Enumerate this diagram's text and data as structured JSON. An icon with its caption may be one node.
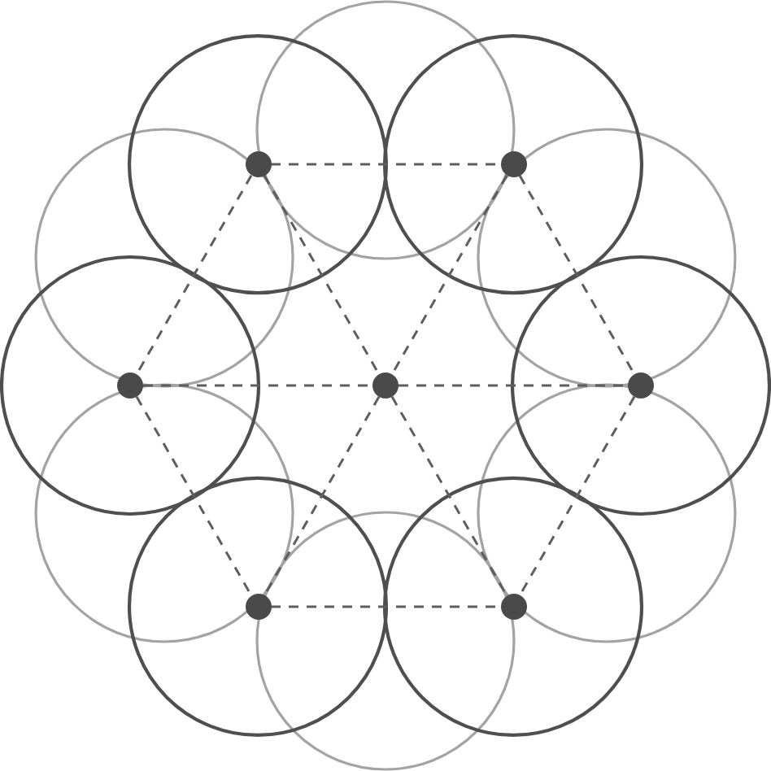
{
  "diagram": {
    "nodes": [
      {
        "text": [],
        "shape": "circle"
      },
      {
        "text": [],
        "shape": "circle"
      },
      {
        "text": [],
        "shape": "circle"
      },
      {
        "text": [],
        "shape": "circle"
      },
      {
        "text": [],
        "shape": "circle"
      },
      {
        "text": [],
        "shape": "circle"
      },
      {
        "text": [],
        "shape": "circle"
      }
    ],
    "edges": [
      {
        "from": 0,
        "to": 1,
        "arrow": "none",
        "style": "dashed"
      },
      {
        "from": 0,
        "to": 2,
        "arrow": "none",
        "style": "dashed"
      },
      {
        "from": 0,
        "to": 3,
        "arrow": "none",
        "style": "dashed"
      },
      {
        "from": 1,
        "to": 3,
        "arrow": "none",
        "style": "dashed"
      },
      {
        "from": 1,
        "to": 4,
        "arrow": "none",
        "style": "dashed"
      },
      {
        "from": 2,
        "to": 3,
        "arrow": "none",
        "style": "dashed"
      },
      {
        "from": 3,
        "to": 4,
        "arrow": "none",
        "style": "dashed"
      },
      {
        "from": 2,
        "to": 5,
        "arrow": "none",
        "style": "dashed"
      },
      {
        "from": 3,
        "to": 5,
        "arrow": "none",
        "style": "dashed"
      },
      {
        "from": 3,
        "to": 6,
        "arrow": "none",
        "style": "dashed"
      },
      {
        "from": 4,
        "to": 6,
        "arrow": "none",
        "style": "dashed"
      },
      {
        "from": 5,
        "to": 6,
        "arrow": "none",
        "style": "dashed"
      }
    ]
  }
}
